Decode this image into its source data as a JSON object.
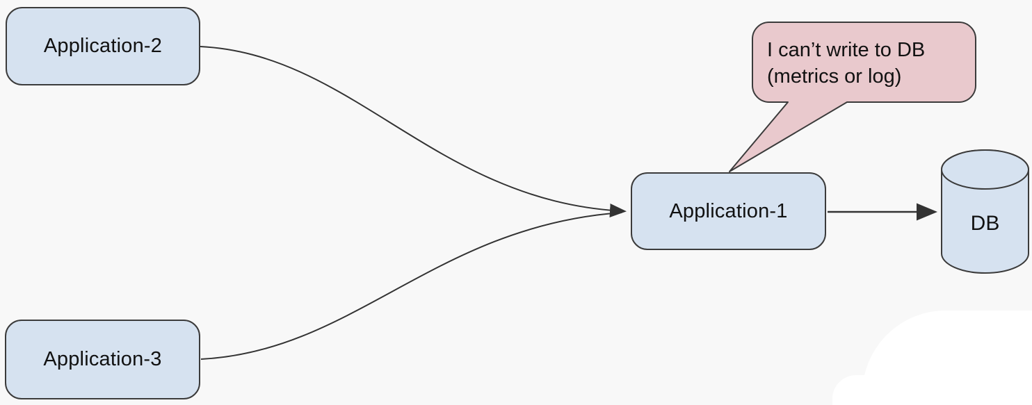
{
  "diagram": {
    "background": "#f8f8f8",
    "colors": {
      "node_fill": "#d6e2f0",
      "node_border": "#3b3b3b",
      "callout_fill": "#e9c9cd",
      "callout_border": "#3b3b3b",
      "connector": "#333333",
      "text": "#111111",
      "blob": "#ffffff"
    },
    "nodes": [
      {
        "id": "application-2",
        "label": "Application-2",
        "shape": "rounded-rect"
      },
      {
        "id": "application-3",
        "label": "Application-3",
        "shape": "rounded-rect"
      },
      {
        "id": "application-1",
        "label": "Application-1",
        "shape": "rounded-rect"
      },
      {
        "id": "db",
        "label": "DB",
        "shape": "cylinder"
      }
    ],
    "callout": {
      "lines": [
        "I can’t write to DB",
        "(metrics or log)"
      ],
      "attached_to": "application-1"
    },
    "edges": [
      {
        "from": "application-2",
        "to": "application-1",
        "style": "curved",
        "arrow": true
      },
      {
        "from": "application-3",
        "to": "application-1",
        "style": "curved",
        "arrow": true
      },
      {
        "from": "application-1",
        "to": "db",
        "style": "straight",
        "arrow": true
      }
    ]
  }
}
